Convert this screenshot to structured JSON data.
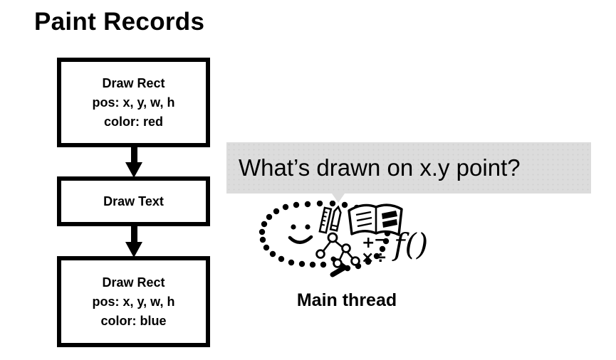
{
  "slide": {
    "title": "Paint Records"
  },
  "paint_records": {
    "boxes": [
      {
        "id": "draw-rect-red",
        "lines": [
          "Draw Rect",
          "pos: x, y, w, h",
          "color: red"
        ]
      },
      {
        "id": "draw-text",
        "lines": [
          "Draw Text"
        ]
      },
      {
        "id": "draw-rect-blue",
        "lines": [
          "Draw Rect",
          "pos: x, y, w, h",
          "color: blue"
        ]
      }
    ],
    "arrows": [
      {
        "id": "arrow-1",
        "direction": "down"
      },
      {
        "id": "arrow-2",
        "direction": "down"
      }
    ]
  },
  "callout": {
    "question": "What’s drawn on x.y point?",
    "background_color": "#dcdcdc"
  },
  "thread": {
    "label": "Main thread",
    "illustration": {
      "outline": "dotted-oval",
      "face": "smiley-face",
      "icons": [
        "ruler-icon",
        "pencil-icon",
        "open-book-icon",
        "tree-diagram-icon",
        "math-operators-icon",
        "function-notation-icon"
      ],
      "function_text": "f()",
      "math_symbols": [
        "+",
        "−",
        "×",
        "÷"
      ]
    }
  }
}
